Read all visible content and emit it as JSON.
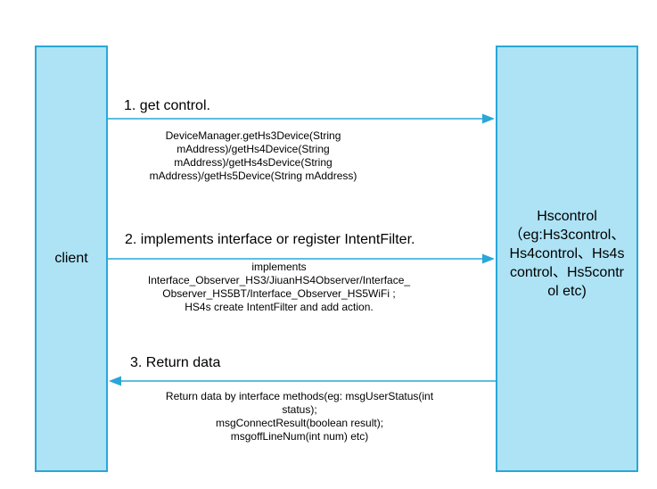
{
  "participants": {
    "client": "client",
    "hscontrol": "Hscontrol\n（eg:Hs3control、\nHs4control、Hs4s\ncontrol、Hs5contr\nol etc)"
  },
  "steps": [
    {
      "label": "1. get control.",
      "detail": "DeviceManager.getHs3Device(String\nmAddress)/getHs4Device(String\nmAddress)/getHs4sDevice(String\nmAddress)/getHs5Device(String mAddress)",
      "direction": "client-to-hscontrol"
    },
    {
      "label": "2.  implements interface or register IntentFilter.",
      "detail": "implements\nInterface_Observer_HS3/JiuanHS4Observer/Interface_\nObserver_HS5BT/Interface_Observer_HS5WiFi ;\nHS4s create IntentFilter and add action.",
      "direction": "client-to-hscontrol"
    },
    {
      "label": "3. Return data",
      "detail": "Return data by interface methods(eg:  msgUserStatus(int\nstatus);\nmsgConnectResult(boolean result);\n   msgoffLineNum(int num) etc)",
      "direction": "hscontrol-to-client"
    }
  ],
  "colors": {
    "box_fill": "#ade3f5",
    "box_border": "#29a7d8",
    "arrow": "#29a7d8",
    "text": "#000000"
  }
}
